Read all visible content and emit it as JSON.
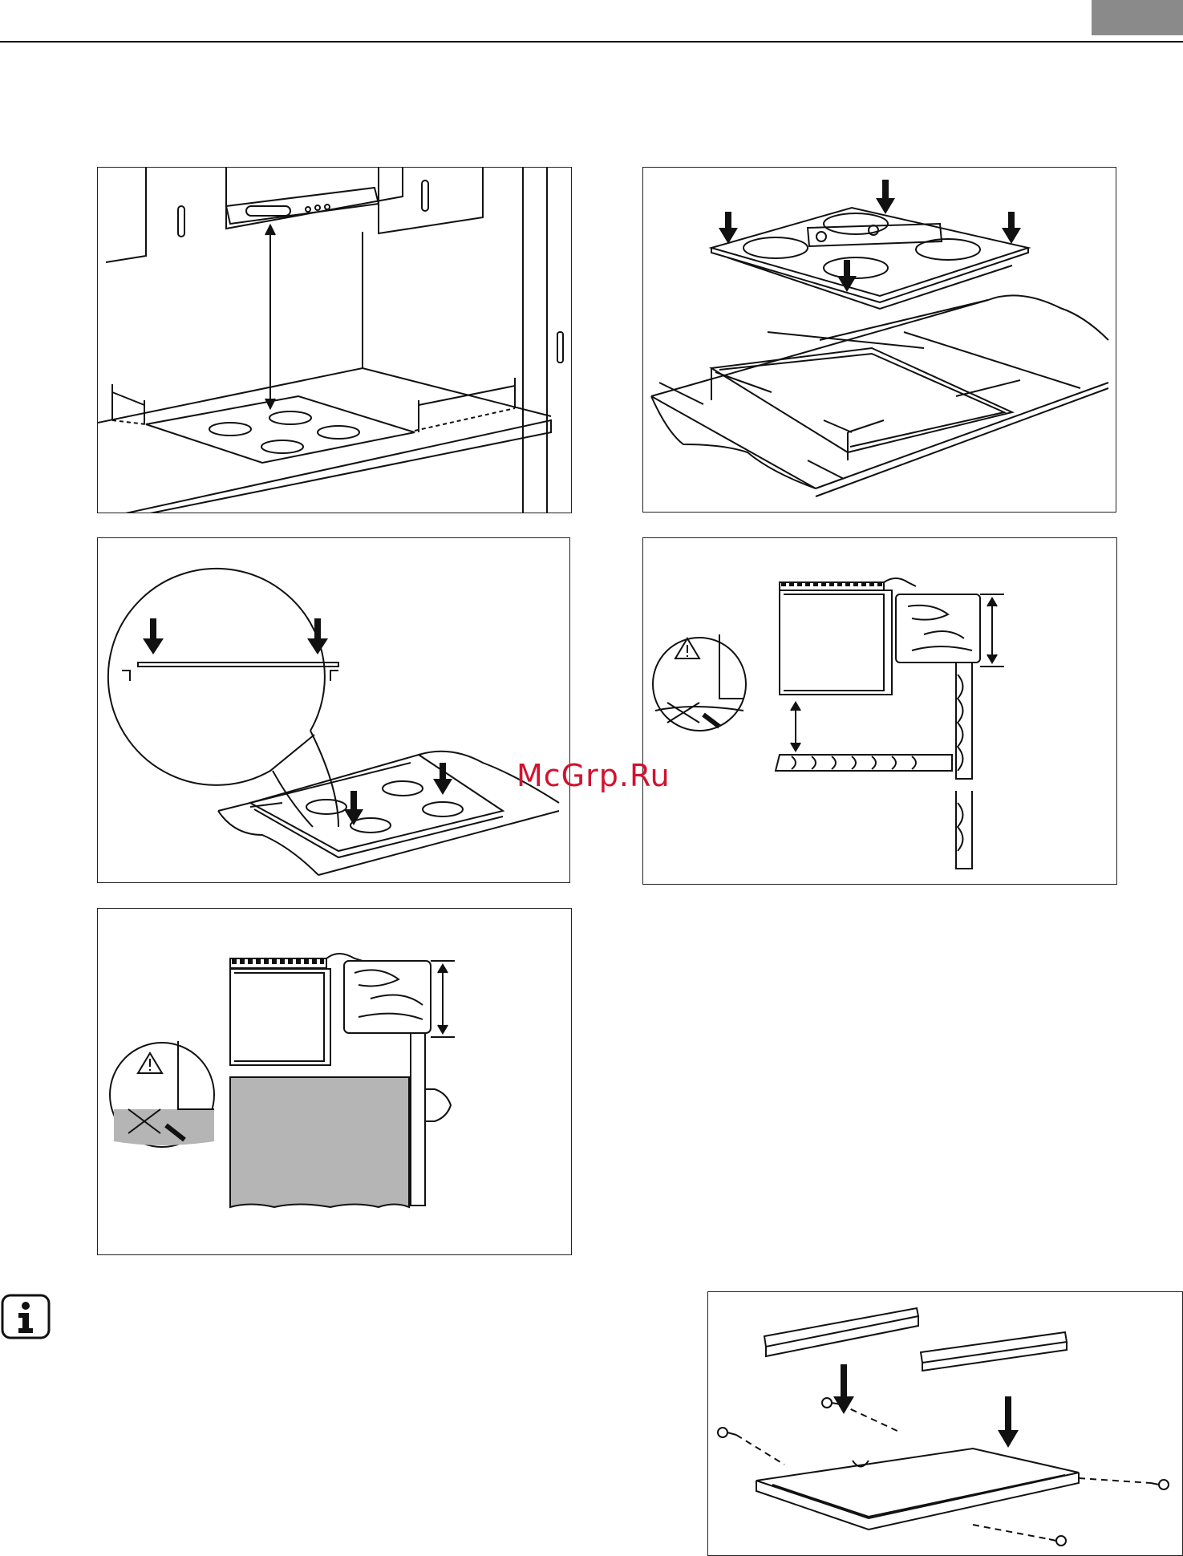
{
  "page": {
    "watermark": "McGrp.Ru",
    "accent_tab_color": "#8a8a8a",
    "watermark_color": "#d3122e"
  },
  "figures": [
    {
      "id": "hood-clearance",
      "icons": [
        "cooker-hood",
        "wall-cabinet",
        "hob",
        "dimension-arrow"
      ]
    },
    {
      "id": "cutout-dimensions",
      "icons": [
        "hob",
        "spirit-level",
        "press-arrow",
        "worktop-cutout"
      ]
    },
    {
      "id": "press-hob-into-place",
      "icons": [
        "magnifier-bubble",
        "press-arrow",
        "worktop"
      ]
    },
    {
      "id": "under-drawer-clearance",
      "icons": [
        "warning-triangle",
        "wood-grain",
        "dimension-arrow"
      ]
    },
    {
      "id": "above-oven-clearance",
      "icons": [
        "warning-triangle",
        "wood-grain",
        "oven-panel"
      ]
    },
    {
      "id": "protection-box-assembly",
      "icons": [
        "mounting-bracket",
        "screw",
        "press-arrow",
        "bottom-tray"
      ]
    }
  ],
  "info": {
    "icon": "info-icon"
  }
}
